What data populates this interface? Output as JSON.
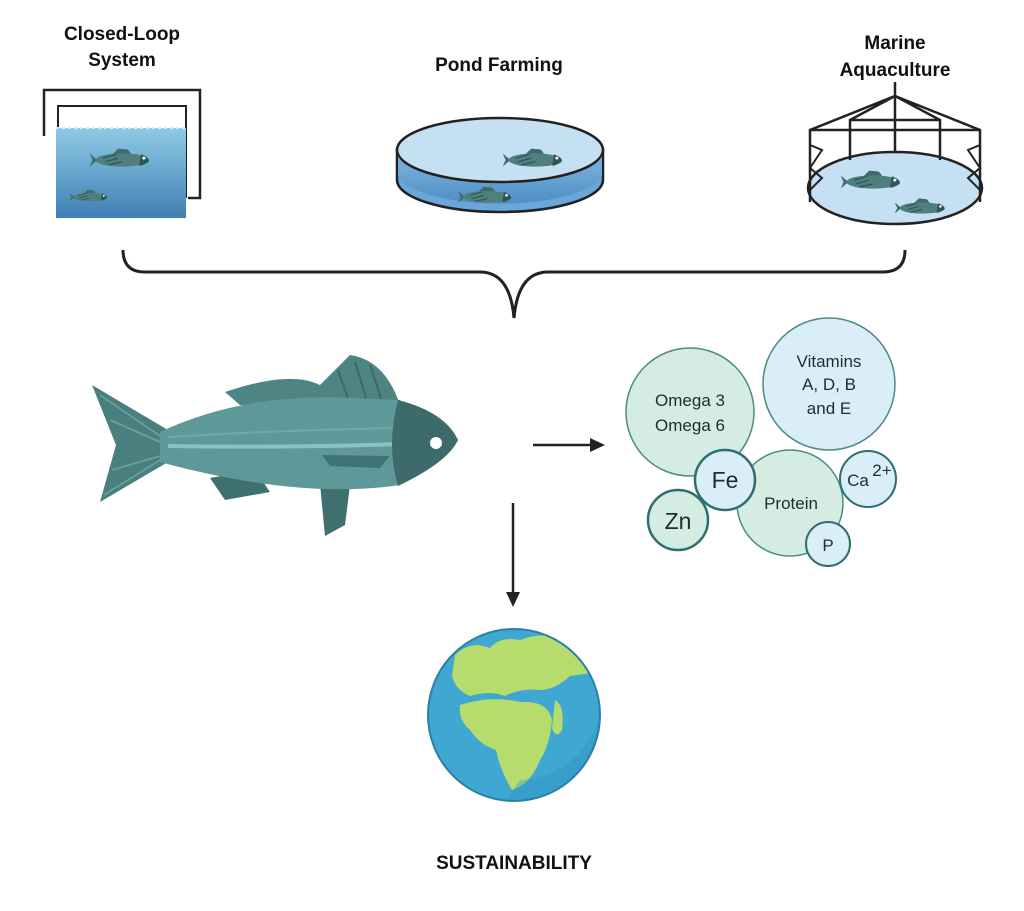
{
  "labels": {
    "closed_loop_line1": "Closed-Loop",
    "closed_loop_line2": "System",
    "pond": "Pond Farming",
    "marine_line1": "Marine",
    "marine_line2": "Aquaculture",
    "sustainability": "SUSTAINABILITY"
  },
  "nutrients": {
    "omega_line1": "Omega 3",
    "omega_line2": "Omega 6",
    "vitamins_line1": "Vitamins",
    "vitamins_line2": "A, D, B",
    "vitamins_line3": "and E",
    "protein": "Protein",
    "fe": "Fe",
    "zn": "Zn",
    "ca": "Ca",
    "ca_charge": "2+",
    "p": "P"
  },
  "colors": {
    "fish_body": "#5e9696",
    "fish_dark": "#3e6f6f",
    "water_light": "#b9d9ef",
    "water_dark": "#4f8fc5",
    "bubble_green": "#d4ece2",
    "bubble_blue": "#d9eef8",
    "earth_ocean": "#3ea7d2",
    "earth_land": "#b6dc6e"
  }
}
